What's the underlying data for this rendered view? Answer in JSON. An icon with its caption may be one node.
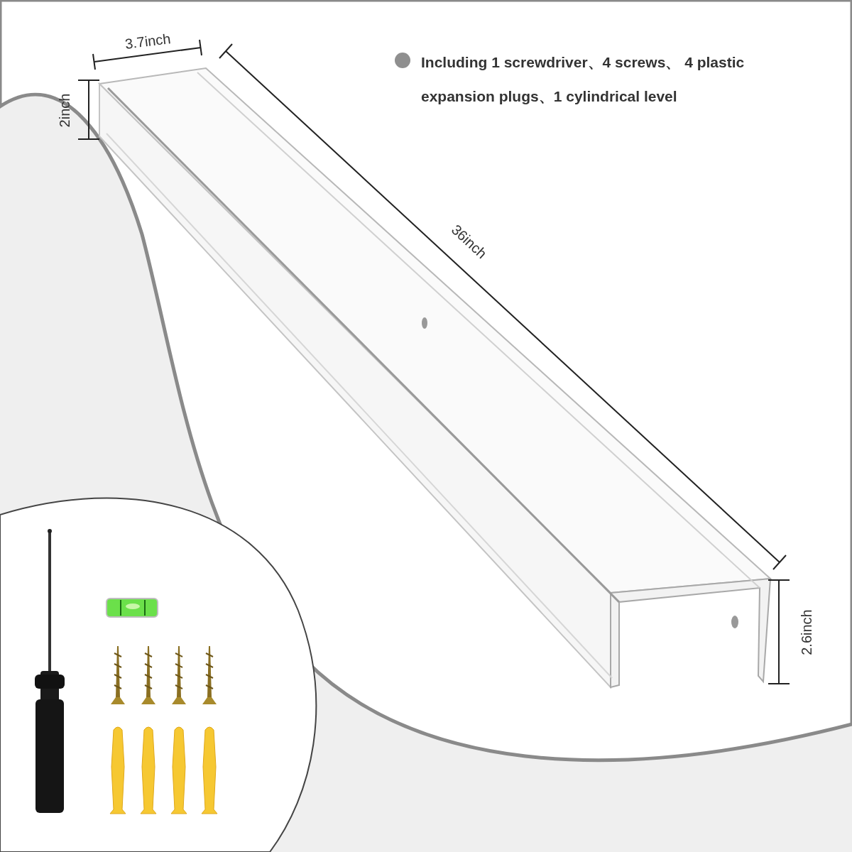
{
  "diagram": {
    "labels": [
      "3.7inch",
      "Including 1 screwdriver、4 screws、 4 plastic expansion plugs、1 cylindrical level",
      "2inch",
      "36inch",
      "2.6inch"
    ]
  }
}
